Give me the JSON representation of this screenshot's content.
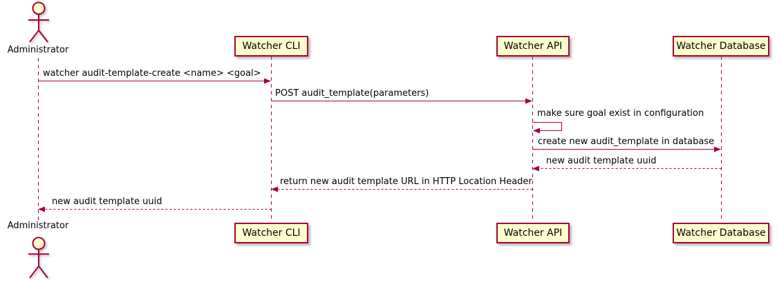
{
  "diagram": {
    "type": "sequence",
    "actor": {
      "label": "Administrator"
    },
    "participants": [
      {
        "id": "watcher-cli",
        "label": "Watcher CLI"
      },
      {
        "id": "watcher-api",
        "label": "Watcher API"
      },
      {
        "id": "watcher-database",
        "label": "Watcher Database"
      }
    ],
    "messages": [
      {
        "from": "Administrator",
        "to": "Watcher CLI",
        "style": "solid",
        "text": "watcher audit-template-create <name> <goal>"
      },
      {
        "from": "Watcher CLI",
        "to": "Watcher API",
        "style": "solid",
        "text": "POST audit_template(parameters)"
      },
      {
        "from": "Watcher API",
        "to": "Watcher API",
        "style": "self",
        "text": "make sure goal exist in configuration"
      },
      {
        "from": "Watcher API",
        "to": "Watcher Database",
        "style": "solid",
        "text": "create new audit_template in database"
      },
      {
        "from": "Watcher Database",
        "to": "Watcher API",
        "style": "dashed",
        "text": "new audit template uuid"
      },
      {
        "from": "Watcher API",
        "to": "Watcher CLI",
        "style": "dashed",
        "text": "return new audit template URL in HTTP Location Header"
      },
      {
        "from": "Watcher CLI",
        "to": "Administrator",
        "style": "dashed",
        "text": "new audit template uuid"
      }
    ],
    "colors": {
      "fill": "#FEFECE",
      "border": "#A80036",
      "arrow": "#A80036",
      "text": "#000000",
      "background": "#FFFFFF"
    }
  }
}
